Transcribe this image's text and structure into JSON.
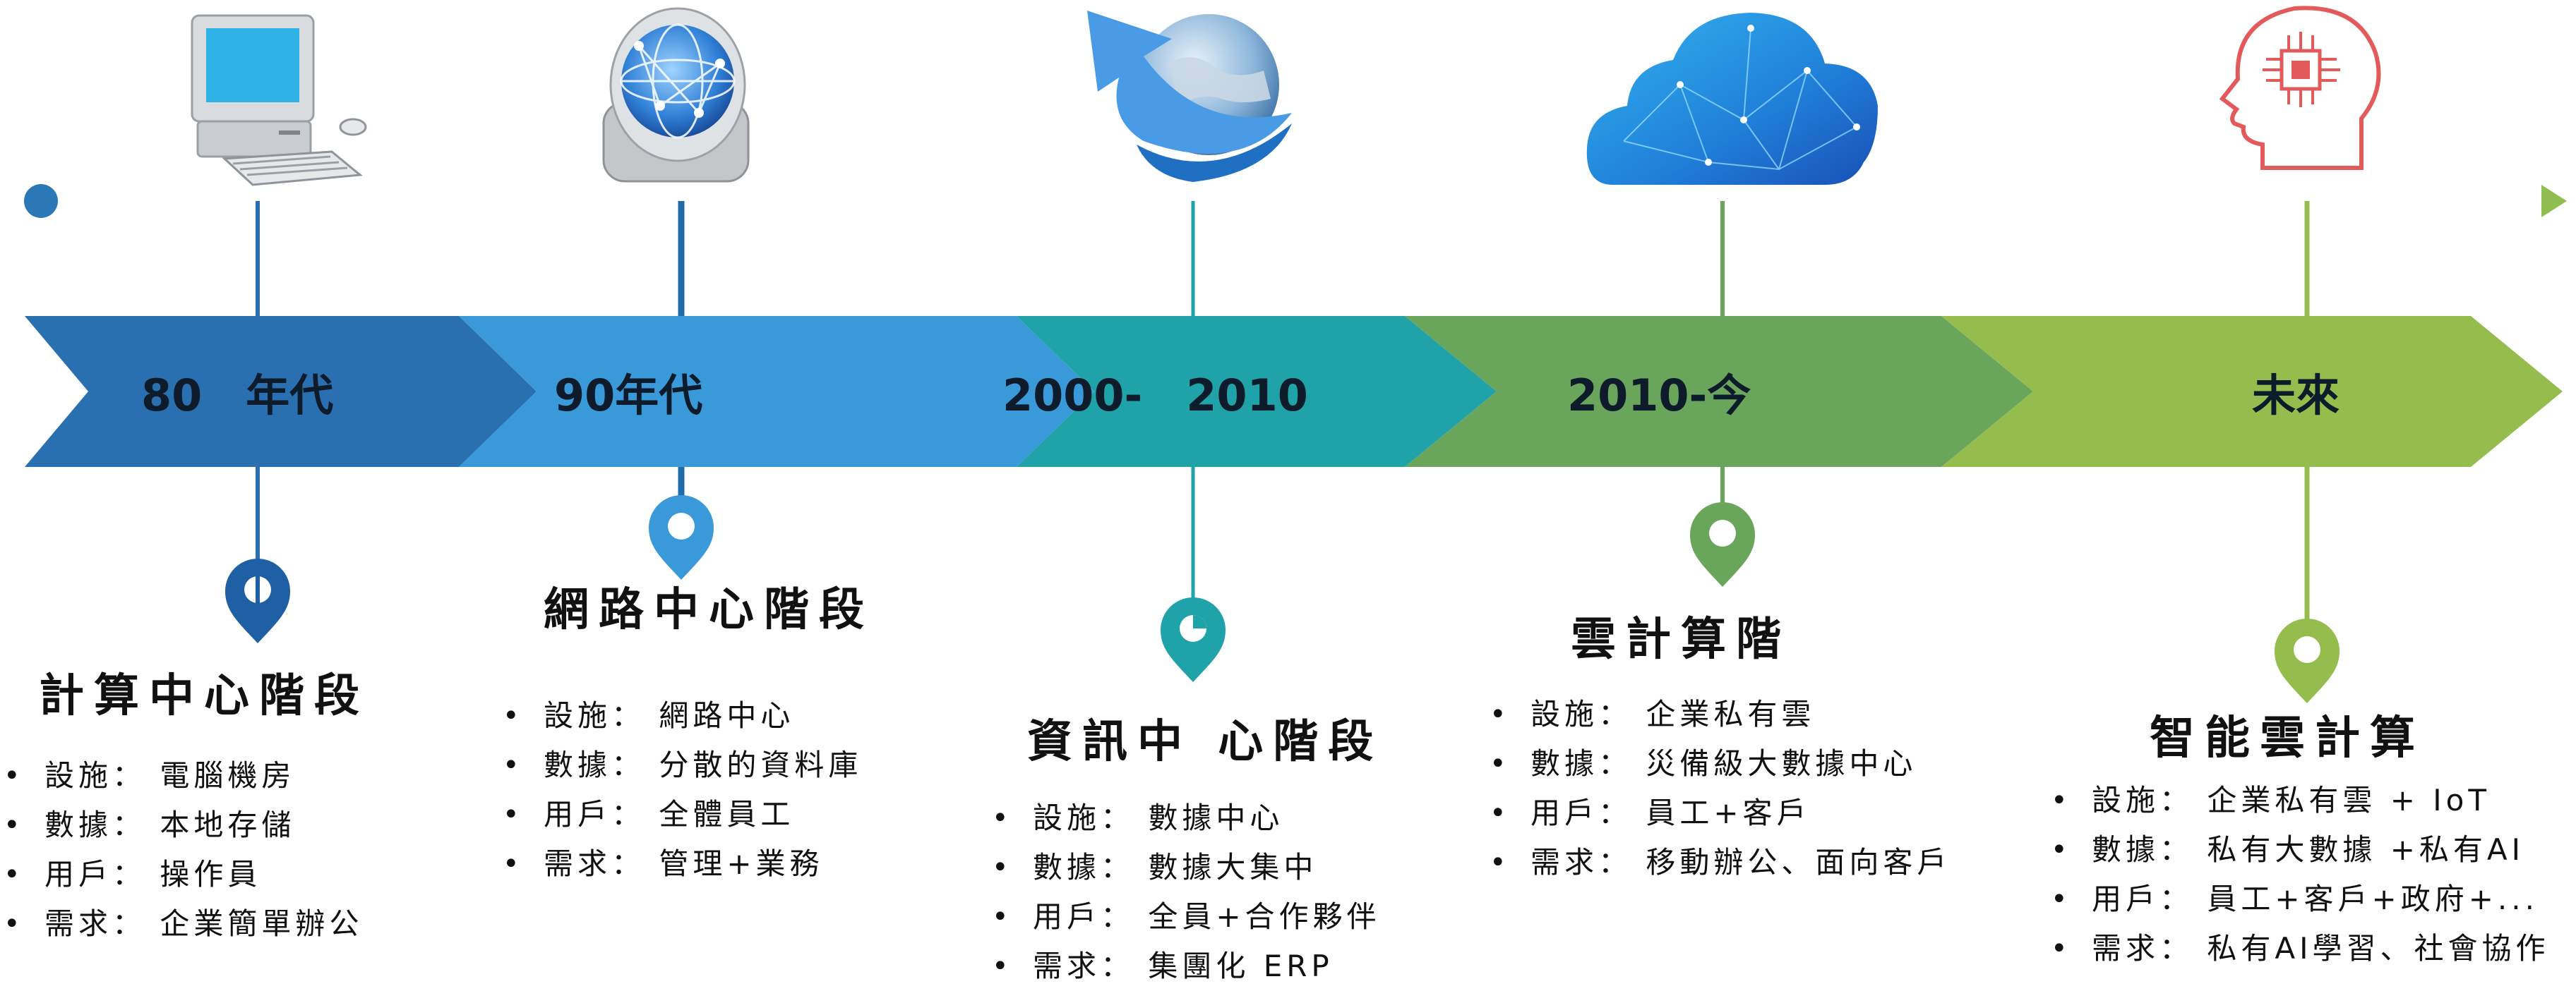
{
  "colors": {
    "era1": "#2a6fb0",
    "era2": "#3a99d8",
    "era3": "#20a3a8",
    "era4": "#6aa55c",
    "era5": "#94bd4e",
    "axis_start": "#2a78b6",
    "axis_end": "#8fbd4f"
  },
  "eras": [
    {
      "label": "80　年代",
      "icon": "desktop-computer-icon",
      "stage_title": "計算中心階段",
      "items": [
        "設施：  電腦機房",
        "數據：  本地存儲",
        "用戶：  操作員",
        "需求：  企業簡單辦公"
      ]
    },
    {
      "label": "90年代",
      "icon": "network-drive-icon",
      "stage_title": "網路中心階段",
      "items": [
        "設施：  網路中心",
        "數據：  分散的資料庫",
        "用戶：  全體員工",
        "需求：  管理+業務"
      ]
    },
    {
      "label": "2000-　2010",
      "icon": "globe-arrow-icon",
      "stage_title": "資訊中 心階段",
      "items": [
        "設施：  數據中心",
        "數據：  數據大集中",
        "用戶：  全員+合作夥伴",
        "需求：  集團化 ERP"
      ]
    },
    {
      "label": "2010-今",
      "icon": "cloud-icon",
      "stage_title": "雲計算階",
      "items": [
        "設施：  企業私有雲",
        "數據：  災備級大數據中心",
        "用戶：  員工+客戶",
        "需求：  移動辦公、面向客戶"
      ]
    },
    {
      "label": "未來",
      "icon": "ai-head-chip-icon",
      "stage_title": "智能雲計算",
      "items": [
        "設施：  企業私有雲 + IoT",
        "數據：  私有大數據 +私有AI",
        "用戶：  員工+客戶+政府+...",
        "需求：  私有AI學習、社會協作"
      ]
    }
  ]
}
